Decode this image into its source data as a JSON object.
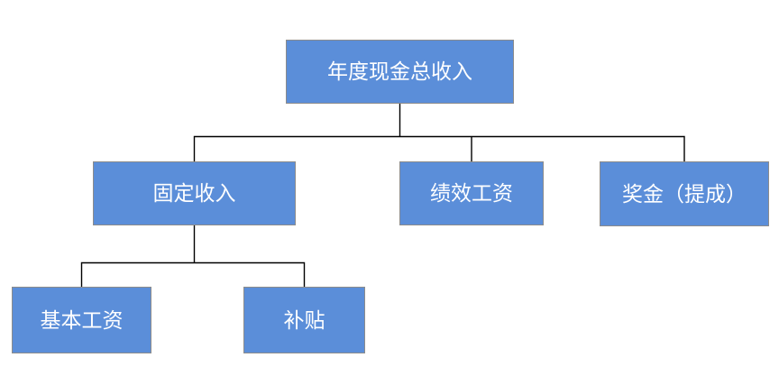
{
  "diagram": {
    "type": "org-tree",
    "background_color": "#FFFFFF",
    "node_fill_color": "#5B8ED9",
    "node_border_color": "#8C8C8C",
    "node_text_color": "#FFFFFF",
    "connector_color": "#000000",
    "nodes": [
      {
        "id": "total",
        "label": "年度现金总收入",
        "level": 1,
        "parent": null
      },
      {
        "id": "fixed",
        "label": "固定收入",
        "level": 2,
        "parent": "total"
      },
      {
        "id": "performance",
        "label": "绩效工资",
        "level": 2,
        "parent": "total"
      },
      {
        "id": "bonus",
        "label": "奖金（提成）",
        "level": 2,
        "parent": "total"
      },
      {
        "id": "base",
        "label": "基本工资",
        "level": 3,
        "parent": "fixed"
      },
      {
        "id": "subsidy",
        "label": "补贴",
        "level": 3,
        "parent": "fixed"
      }
    ],
    "edges": [
      {
        "from": "total",
        "to": "fixed"
      },
      {
        "from": "total",
        "to": "performance"
      },
      {
        "from": "total",
        "to": "bonus"
      },
      {
        "from": "fixed",
        "to": "base"
      },
      {
        "from": "fixed",
        "to": "subsidy"
      }
    ]
  }
}
